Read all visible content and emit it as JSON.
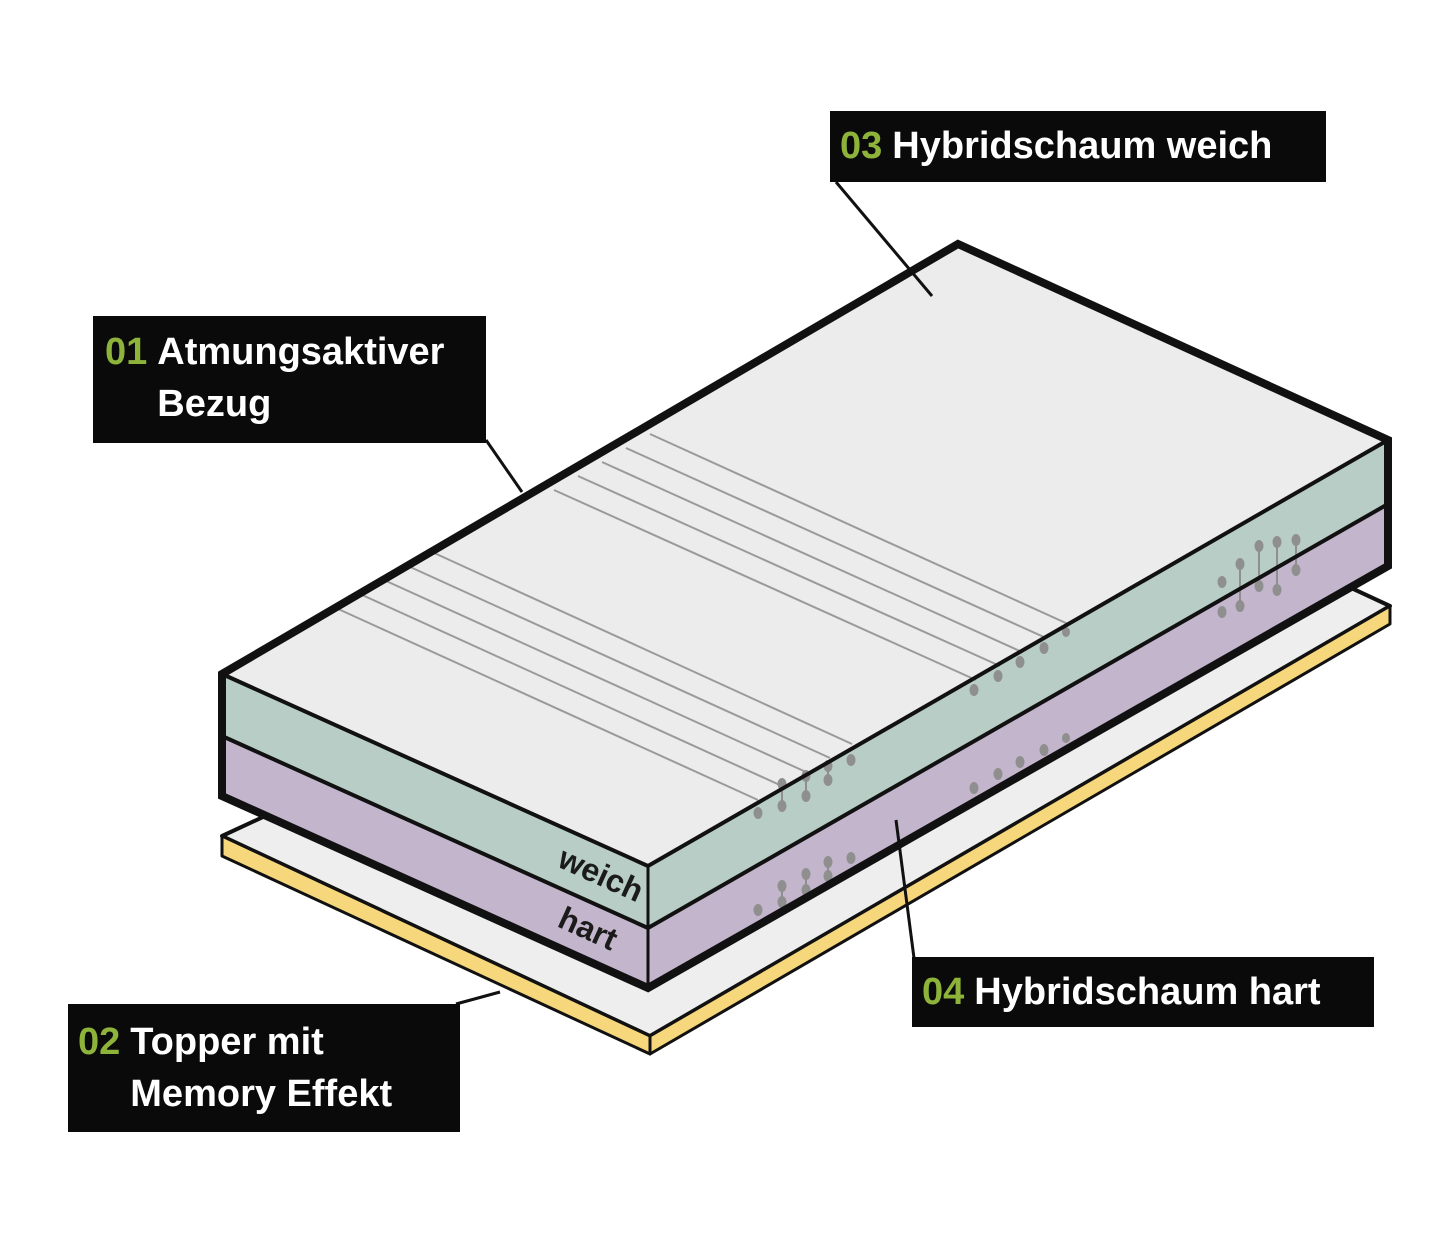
{
  "labels": {
    "l01": {
      "num": "01",
      "line1": "Atmungsaktiver",
      "line2": "Bezug"
    },
    "l02": {
      "num": "02",
      "line1": "Topper mit",
      "line2": "Memory Effekt"
    },
    "l03": {
      "num": "03",
      "text": "Hybridschaum weich"
    },
    "l04": {
      "num": "04",
      "text": "Hybridschaum hart"
    }
  },
  "side_labels": {
    "soft": "weich",
    "hard": "hart"
  },
  "colors": {
    "accent_number": "#8db33a",
    "label_bg": "#0a0a0a",
    "top_cover": "#ececec",
    "soft_layer": "#b8cdc5",
    "hard_layer": "#c3b5cb",
    "topper_top": "#eeeeee",
    "topper_edge": "#f6d77c",
    "outline": "#111111"
  }
}
